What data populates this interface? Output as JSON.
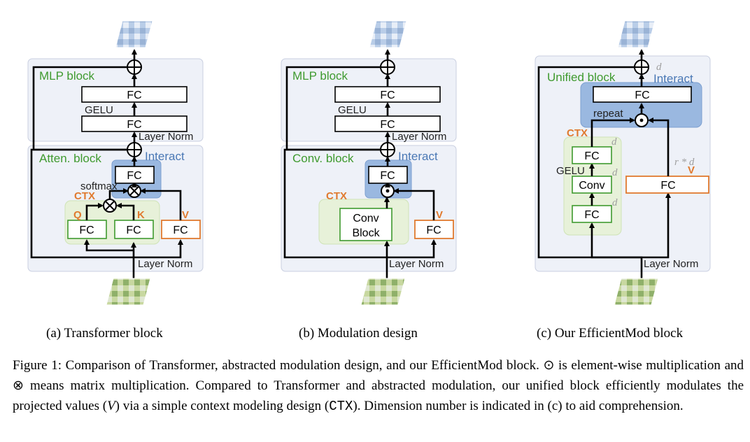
{
  "panels": {
    "a": {
      "block_top": "MLP block",
      "block_bottom": "Atten. block",
      "fc_top": "FC",
      "fc_mid": "FC",
      "gelu": "GELU",
      "layer_norm_top": "Layer Norm",
      "interact": "Interact",
      "fc_interact": "FC",
      "softmax": "softmax",
      "ctx": "CTX",
      "q": "Q",
      "k": "K",
      "v": "V",
      "fc_q": "FC",
      "fc_k": "FC",
      "fc_v": "FC",
      "layer_norm_bottom": "Layer Norm",
      "caption": "(a) Transformer block"
    },
    "b": {
      "block_top": "MLP block",
      "block_bottom": "Conv. block",
      "fc_top": "FC",
      "fc_mid": "FC",
      "gelu": "GELU",
      "layer_norm_top": "Layer Norm",
      "interact": "Interact",
      "fc_interact": "FC",
      "ctx": "CTX",
      "conv_line1": "Conv",
      "conv_line2": "Block",
      "v": "V",
      "fc_v": "FC",
      "layer_norm_bottom": "Layer Norm",
      "caption": "(b) Modulation design"
    },
    "c": {
      "block_top": "Unified block",
      "interact": "Interact",
      "d_top": "d",
      "fc_interact": "FC",
      "repeat": "repeat",
      "ctx": "CTX",
      "fc_ctx_top": "FC",
      "conv": "Conv",
      "fc_ctx_bottom": "FC",
      "gelu": "GELU",
      "d_1": "d",
      "d_2": "d",
      "d_3": "d",
      "rd": "r * d",
      "v": "V",
      "fc_v": "FC",
      "layer_norm_bottom": "Layer Norm",
      "caption": "(c) Our EfficientMod block"
    }
  },
  "symbols": {
    "plus": "⊕",
    "matmul": "⊗",
    "elementwise": "⊙"
  },
  "figure_caption": {
    "part1": "Figure 1: Comparison of Transformer, abstracted modulation design, and our EfficientMod block. ⊙ is element-wise multiplication and ⊗ means matrix multiplication. Compared to Transformer and abstracted modulation, our unified block efficiently modulates the projected values (",
    "v": "V",
    "part2": ") via a simple context modeling design (",
    "ctx": "CTX",
    "part3": "). Dimension number is indicated in (c) to aid comprehension."
  }
}
